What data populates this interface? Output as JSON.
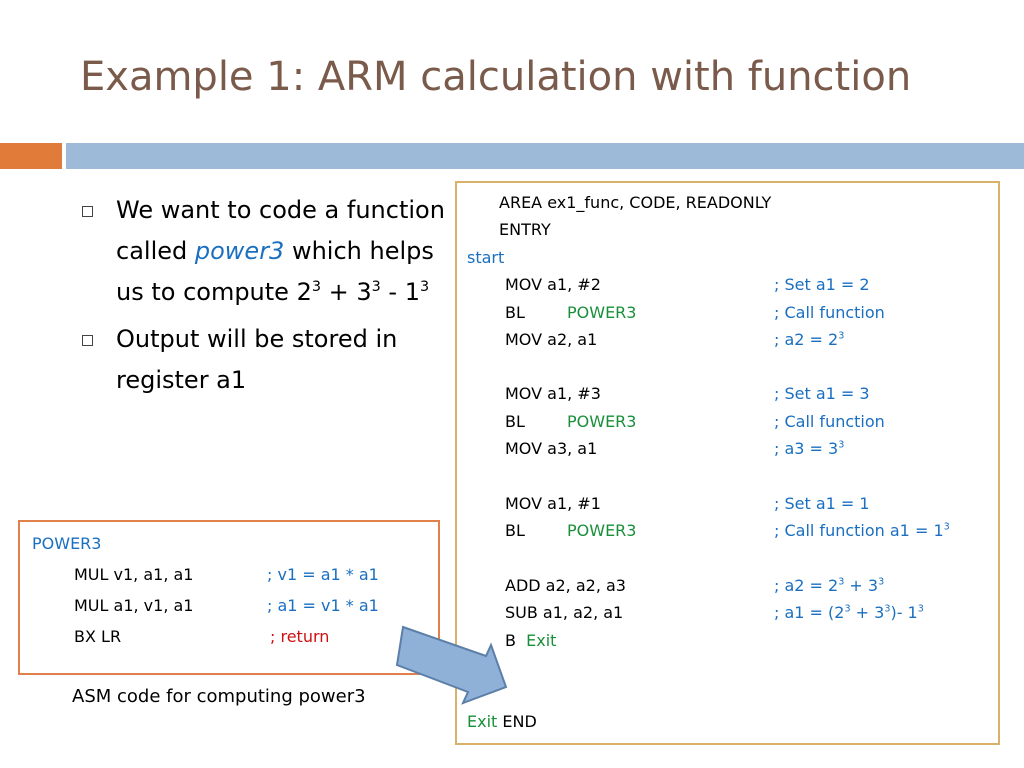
{
  "title": "Example 1: ARM calculation with function",
  "bullets": {
    "b1_text1": "We want to code a function called ",
    "b1_em": "power3",
    "b1_text2": " which helps us to compute  2",
    "b1_sup1": "3",
    "b1_text3": " + 3",
    "b1_sup2": "3",
    "b1_text4": " - 1",
    "b1_sup3": "3",
    "b2_text": "Output will be stored in register a1"
  },
  "code": {
    "area": "AREA   ex1_func, CODE,  READONLY",
    "entry": "ENTRY",
    "start": "start",
    "mov1": "MOV  a1,  #2",
    "mov1_c": "; Set a1 = 2",
    "bl": "BL",
    "bl_target": "POWER3",
    "call_c": "; Call function",
    "mov2": "MOV  a2,  a1",
    "mov2_c": ";  a2 = 2",
    "sup3": "3",
    "mov3": "MOV  a1, #3",
    "mov3_c": "; Set  a1 = 3",
    "mov4": "MOV  a3,  a1",
    "mov4_c": ";  a3 = 3",
    "mov5": "MOV  a1, #1",
    "mov5_c": "; Set a1 = 1",
    "call3_c": "; Call function a1 = 1",
    "add": "ADD   a2, a2, a3",
    "add_c1": "; a2 = 2",
    "add_c2": " + 3",
    "sub": "SUB    a1, a2, a1",
    "sub_c1": "; a1 = (2",
    "sub_c2": " + 3",
    "sub_c3": ")- 1",
    "b": "B",
    "b_target": "Exit",
    "exit_label": "Exit",
    "end": "END"
  },
  "power3": {
    "label": "POWER3",
    "mul1": "MUL   v1, a1, a1",
    "mul1_c": "; v1 = a1 * a1",
    "mul2": "MUL   a1, v1, a1",
    "mul2_c": "; a1 = v1 * a1",
    "bx": "BX   LR",
    "semi": ";",
    "ret": " return"
  },
  "caption": "ASM code for computing power3"
}
